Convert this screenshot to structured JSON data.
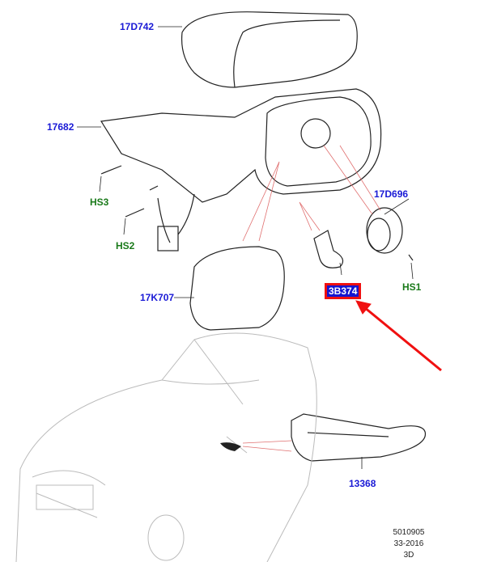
{
  "labels": {
    "cap": "17D742",
    "housing": "17682",
    "motor": "17D696",
    "glass": "17K707",
    "lamp_holder": "3B374",
    "indicator": "13368",
    "hs1": "HS1",
    "hs2": "HS2",
    "hs3": "HS3"
  },
  "footer": {
    "line1": "5010905",
    "line2": "33-2016",
    "line3": "3D"
  },
  "colors": {
    "part_label": "#1a1ad6",
    "screw_label": "#1a7a1a",
    "highlight": "#f01010"
  }
}
